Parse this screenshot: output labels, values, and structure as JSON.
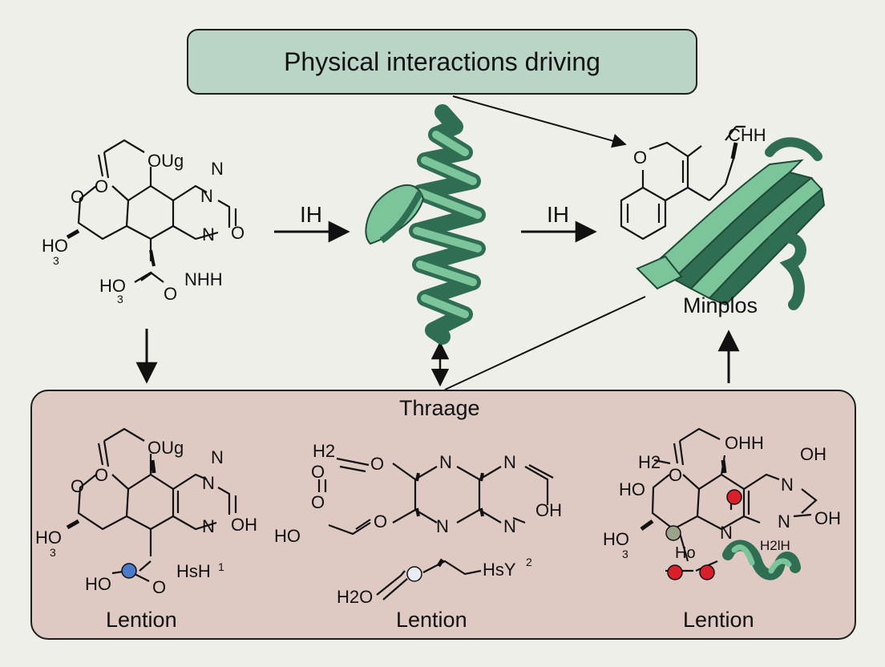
{
  "title": "Physical interactions driving",
  "arrow_labels": {
    "first": "IH",
    "second": "IH"
  },
  "product_label": "Minplos",
  "panel": {
    "title": "Thraage",
    "captions": [
      "Lention",
      "Lention",
      "Lention"
    ]
  },
  "molecule_top_left": {
    "atoms": [
      "OUg",
      "N",
      "N",
      "O",
      "O",
      "O",
      "N",
      "HO",
      "3",
      "HO",
      "3",
      "O",
      "NHH"
    ]
  },
  "molecule_top_right": {
    "atoms": [
      "CHH",
      "O"
    ]
  },
  "molecule_panel_left": {
    "atoms": [
      "OUg",
      "N",
      "N",
      "OH",
      "O",
      "O",
      "N",
      "HO",
      "3",
      "HO",
      "O",
      "HsH",
      "1"
    ]
  },
  "molecule_panel_middle": {
    "atoms": [
      "H2",
      "O",
      "N",
      "N",
      "O",
      "O",
      "HO",
      "O",
      "N",
      "N",
      "OH",
      "H2O",
      "HsY",
      "2"
    ]
  },
  "molecule_panel_right": {
    "atoms": [
      "OHH",
      "OH",
      "H2",
      "HO",
      "O",
      "N",
      "HO",
      "3",
      "N",
      "N",
      "OH",
      "Ho",
      "H2lH"
    ]
  },
  "colors": {
    "background": "#efefea",
    "title_box": "#b9d5c5",
    "panel": "#dfc9c3",
    "ribbon_dark": "#2f6e52",
    "ribbon_light": "#7cc49a",
    "atom_blue": "#4a7ac8",
    "atom_red": "#d81f2a",
    "atom_gray": "#9aa38a"
  }
}
